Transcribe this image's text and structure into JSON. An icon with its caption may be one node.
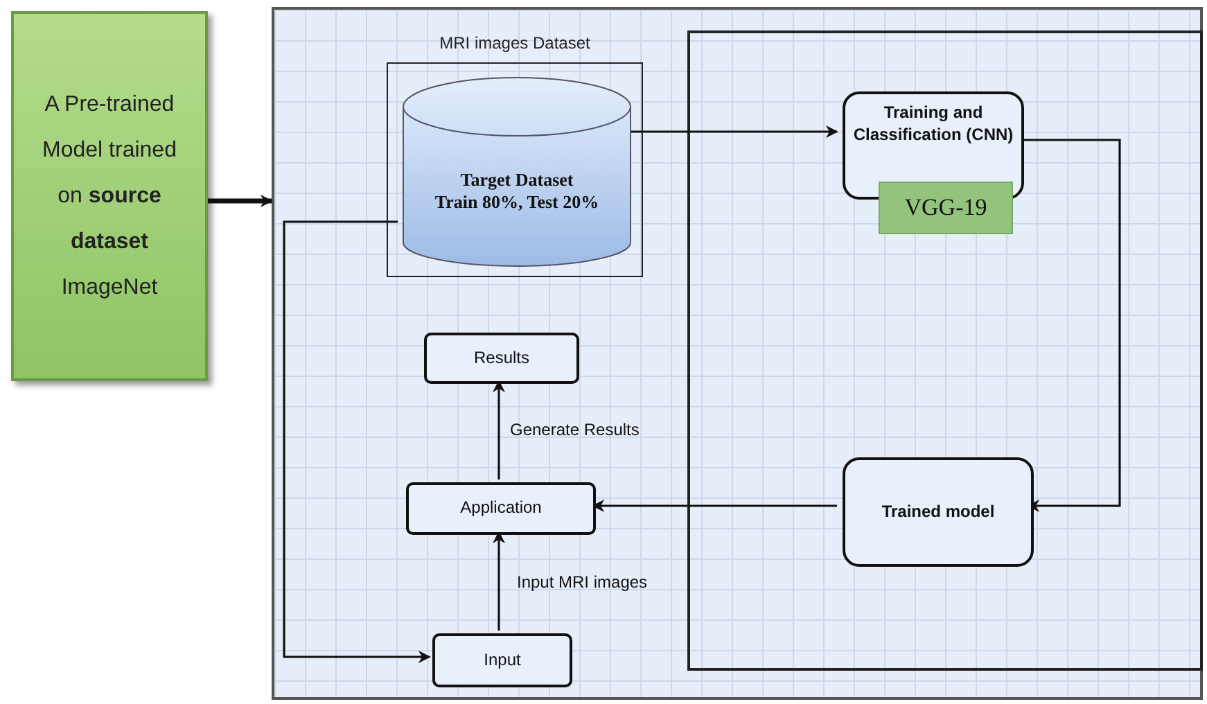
{
  "diagram": {
    "nodes": [
      {
        "text": [
          "A Pre-trained Model trained on **source dataset** ImageNet"
        ]
      },
      {
        "text": [],
        "shape": "box"
      },
      {
        "text": [
          "MRI images Dataset"
        ],
        "in": 1
      },
      {
        "text": [
          "Target Dataset",
          "Train 80%, Test 20%"
        ],
        "in": 2
      },
      {
        "text": [],
        "shape": "box",
        "in": 1
      },
      {
        "text": [
          "Training and Classification (CNN)"
        ],
        "in": 4
      },
      {
        "text": [
          "VGG-19"
        ],
        "in": 4
      },
      {
        "text": [
          "Trained model"
        ],
        "in": 4
      },
      {
        "text": [
          "Results"
        ],
        "in": 1
      },
      {
        "text": [
          "Application"
        ],
        "in": 1
      },
      {
        "text": [
          "Input"
        ],
        "in": 1
      }
    ],
    "edges": [
      {
        "from": 0,
        "to": 1,
        "arrow": "to",
        "style": "thick"
      },
      {
        "from": 3,
        "to": 5,
        "arrow": "to"
      },
      {
        "from": 5,
        "to": 7,
        "arrow": "to"
      },
      {
        "from": 7,
        "to": 9,
        "arrow": "to"
      },
      {
        "from": 9,
        "to": 8,
        "arrow": "to",
        "label": "Generate Results"
      },
      {
        "from": 10,
        "to": 9,
        "arrow": "to",
        "label": "Input MRI images"
      },
      {
        "from": 3,
        "to": 10,
        "arrow": "to"
      }
    ]
  }
}
